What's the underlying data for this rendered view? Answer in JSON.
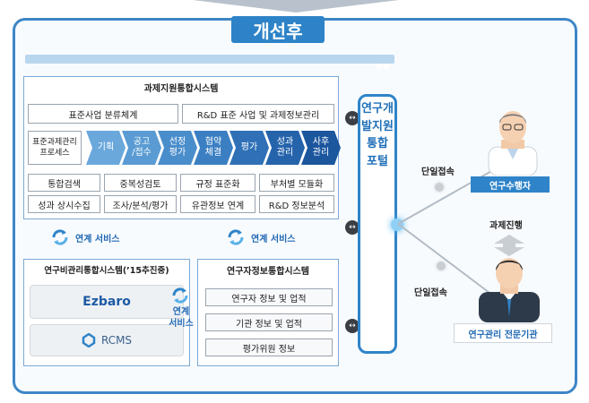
{
  "title": "개선후",
  "system": {
    "title": "과제지원통합시스템",
    "row1": [
      "표준사업 분류체계",
      "R&D 표준 사업 및 과제정보관리"
    ],
    "process_label": "표준과제관리\n프로세스",
    "process_steps": [
      "기획",
      "공고\n/접수",
      "선정\n평가",
      "협약\n체결",
      "평가",
      "성과\n관리",
      "사후\n관리"
    ],
    "row3": [
      "통합검색",
      "중복성검토",
      "규정 표준화",
      "부처별 모듈화"
    ],
    "row4": [
      "성과 상시수집",
      "조사/분석/평가",
      "유관정보 연계",
      "R&D 정보분석"
    ]
  },
  "links": {
    "service1": "연계 서비스",
    "service2": "연계 서비스",
    "service3": "연계\n서비스"
  },
  "research_fee": {
    "title": "연구비관리통합시스템(’15추진중)",
    "logos": [
      "Ezbaro",
      "RCMS"
    ]
  },
  "researcher_info": {
    "title": "연구자정보통합시스템",
    "items": [
      "연구자 정보 및 업적",
      "기관 정보 및 업적",
      "평가위원 정보"
    ]
  },
  "portal": {
    "text": "연구개발지원\n통합\n포털"
  },
  "actors": {
    "researcher": "연구수행자",
    "agency": "연구관리 전문기관",
    "single_access_1": "단일접속",
    "single_access_2": "단일접속",
    "task_progress": "과제진행"
  },
  "colors": {
    "accent": "#2e83c8",
    "chevrons": [
      "#6aa8dc",
      "#5a9bd3",
      "#4a8dcb",
      "#3b7fc2",
      "#2f70b7",
      "#2563ab",
      "#1c569d"
    ]
  },
  "icons": [
    "sync-icon",
    "arrow-both-icon",
    "magnifier-icon",
    "doctor-icon",
    "manager-icon",
    "double-arrow-icon"
  ]
}
